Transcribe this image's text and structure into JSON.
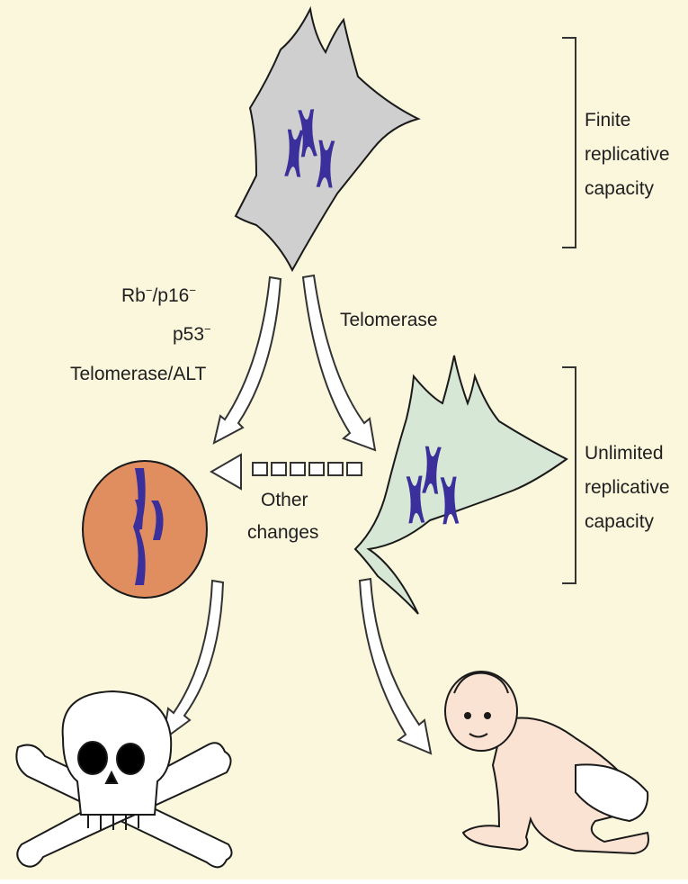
{
  "colors": {
    "background": "#fbf7dd",
    "normal_cell": "#cfcfcf",
    "immortal_cell": "#d7e7d5",
    "cancer_cell": "#e08d60",
    "chromosome": "#3b2f9c",
    "outline": "#1a1a1a"
  },
  "icons": [
    "normal-cell",
    "immortal-cell",
    "cancer-cell",
    "chromosome",
    "skull-crossbones",
    "baby"
  ],
  "labels": {
    "finite": [
      "Finite",
      "replicative",
      "capacity"
    ],
    "unlimited": [
      "Unlimited",
      "replicative",
      "capacity"
    ],
    "left_path": {
      "rb": "Rb",
      "rb_sup": "−",
      "p16": "/p16",
      "p16_sup": "−",
      "p53": "p53",
      "p53_sup": "−",
      "telomerase_alt": "Telomerase/ALT"
    },
    "right_path": "Telomerase",
    "other_changes": [
      "Other",
      "changes"
    ]
  }
}
